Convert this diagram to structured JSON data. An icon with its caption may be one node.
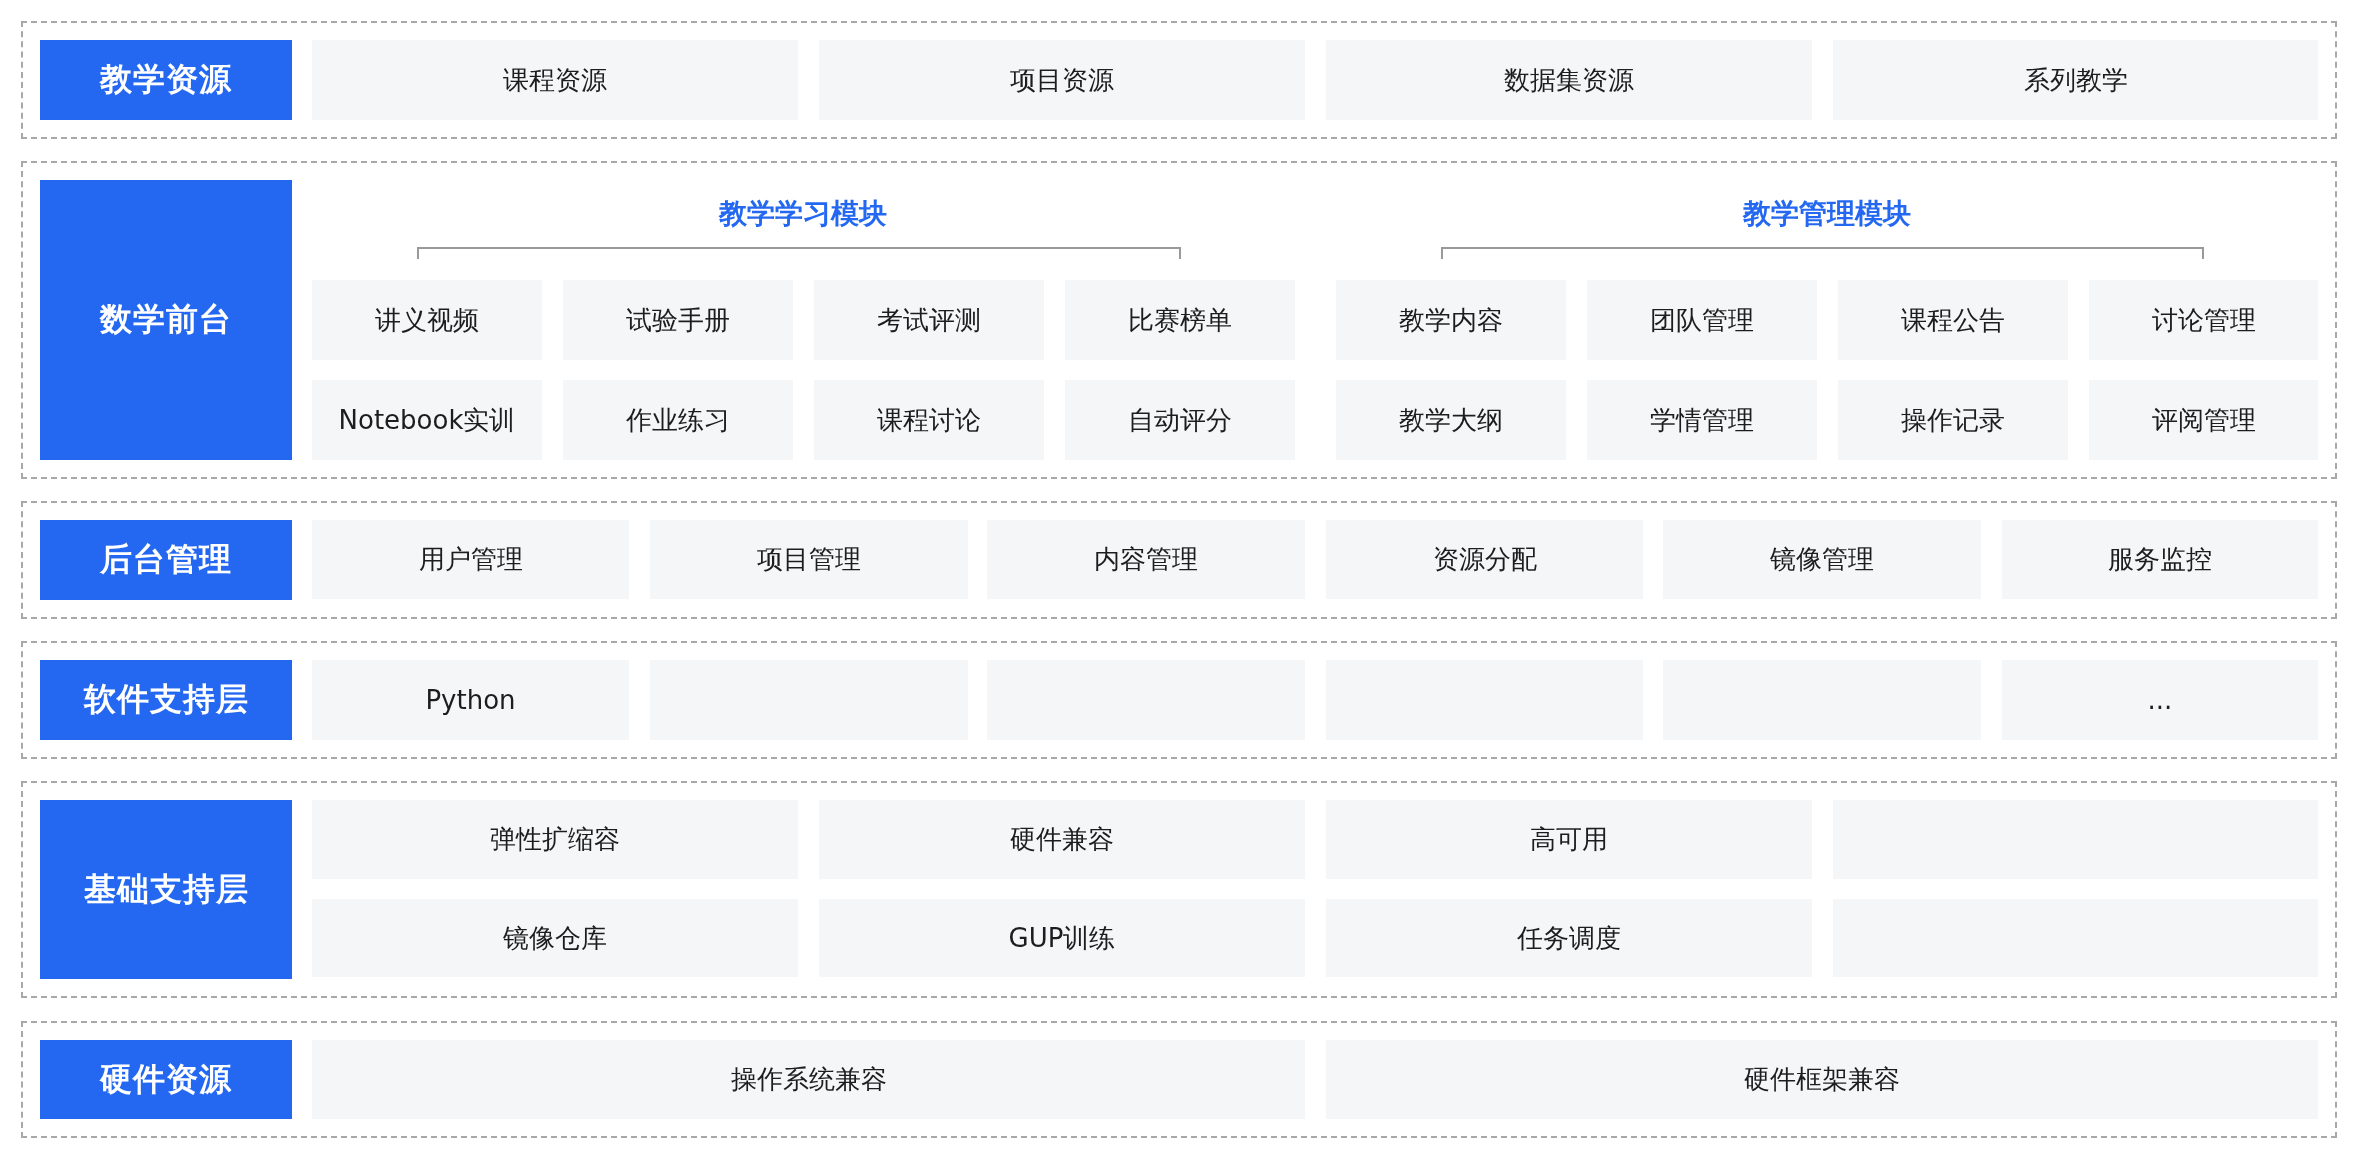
{
  "diagram": {
    "nodes": [
      {
        "text": [],
        "shape": "box"
      },
      {
        "text": [
          "教学资源"
        ],
        "in": 0
      },
      {
        "text": [
          "课程资源"
        ],
        "in": 0
      },
      {
        "text": [
          "项目资源"
        ],
        "in": 0
      },
      {
        "text": [
          "数据集资源"
        ],
        "in": 0
      },
      {
        "text": [
          "系列教学"
        ],
        "in": 0
      },
      {
        "text": [],
        "shape": "box"
      },
      {
        "text": [
          "数学前台"
        ],
        "in": 6
      },
      {
        "text": [
          "讲义视频"
        ],
        "in": 6
      },
      {
        "text": [
          "试验手册"
        ],
        "in": 6
      },
      {
        "text": [
          "考试评测"
        ],
        "in": 6
      },
      {
        "text": [
          "比赛榜单"
        ],
        "in": 6
      },
      {
        "text": [
          "教学内容"
        ],
        "in": 6
      },
      {
        "text": [
          "团队管理"
        ],
        "in": 6
      },
      {
        "text": [
          "课程公告"
        ],
        "in": 6
      },
      {
        "text": [
          "讨论管理"
        ],
        "in": 6
      },
      {
        "text": [
          "Notebook实训"
        ],
        "in": 6
      },
      {
        "text": [
          "作业练习"
        ],
        "in": 6
      },
      {
        "text": [
          "课程讨论"
        ],
        "in": 6
      },
      {
        "text": [
          "自动评分"
        ],
        "in": 6
      },
      {
        "text": [
          "教学大纲"
        ],
        "in": 6
      },
      {
        "text": [
          "学情管理"
        ],
        "in": 6
      },
      {
        "text": [
          "操作记录"
        ],
        "in": 6
      },
      {
        "text": [
          "评阅管理"
        ],
        "in": 6
      },
      {
        "text": [],
        "shape": "box"
      },
      {
        "text": [
          "后台管理"
        ],
        "in": 24
      },
      {
        "text": [
          "用户管理"
        ],
        "in": 24
      },
      {
        "text": [
          "项目管理"
        ],
        "in": 24
      },
      {
        "text": [
          "内容管理"
        ],
        "in": 24
      },
      {
        "text": [
          "资源分配"
        ],
        "in": 24
      },
      {
        "text": [
          "镜像管理"
        ],
        "in": 24
      },
      {
        "text": [
          "服务监控"
        ],
        "in": 24
      },
      {
        "text": [],
        "shape": "box"
      },
      {
        "text": [
          "软件支持层"
        ],
        "in": 32
      },
      {
        "text": [
          "Python"
        ],
        "in": 32
      },
      {
        "text": [],
        "shape": "box",
        "in": 32
      },
      {
        "text": [],
        "shape": "box",
        "in": 32
      },
      {
        "text": [],
        "shape": "box",
        "in": 32
      },
      {
        "text": [],
        "shape": "box",
        "in": 32
      },
      {
        "text": [
          "..."
        ],
        "in": 32
      },
      {
        "text": [],
        "shape": "box"
      },
      {
        "text": [
          "基础支持层"
        ],
        "in": 40
      },
      {
        "text": [
          "弹性扩缩容"
        ],
        "in": 40
      },
      {
        "text": [
          "硬件兼容"
        ],
        "in": 40
      },
      {
        "text": [
          "高可用"
        ],
        "in": 40
      },
      {
        "text": [],
        "shape": "box",
        "in": 40
      },
      {
        "text": [
          "镜像仓库"
        ],
        "in": 40
      },
      {
        "text": [
          "GUP训练"
        ],
        "in": 40
      },
      {
        "text": [
          "任务调度"
        ],
        "in": 40
      },
      {
        "text": [],
        "shape": "box",
        "in": 40
      },
      {
        "text": [],
        "shape": "box"
      },
      {
        "text": [
          "硬件资源"
        ],
        "in": 50
      },
      {
        "text": [
          "操作系统兼容"
        ],
        "in": 50
      },
      {
        "text": [
          "硬件框架兼容"
        ],
        "in": 50
      }
    ],
    "labels": [
      "教学学习模块",
      "教学管理模块"
    ]
  }
}
